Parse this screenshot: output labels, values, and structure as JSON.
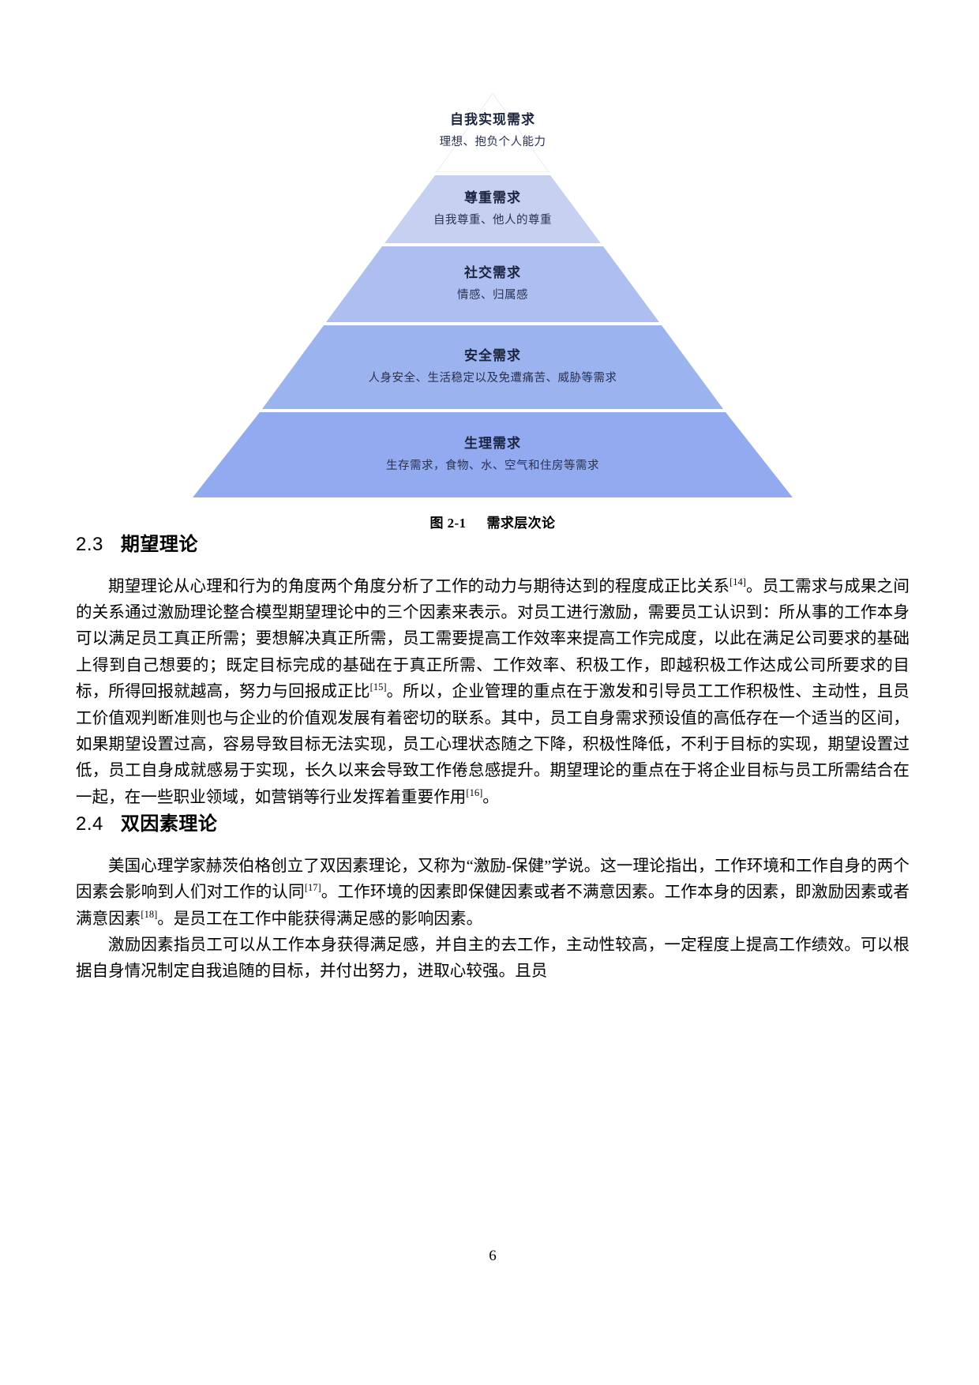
{
  "document": {
    "page_number": "6"
  },
  "figure": {
    "caption_label": "图 2-1",
    "caption_title": "需求层次论",
    "pyramid": {
      "tiers": [
        {
          "title": "自我实现需求",
          "desc": "理想、抱负个人能力",
          "color": "#ffffff"
        },
        {
          "title": "尊重需求",
          "desc": "自我尊重、他人的尊重",
          "color": "#c6d1f2"
        },
        {
          "title": "社交需求",
          "desc": "情感、归属感",
          "color": "#adbff0"
        },
        {
          "title": "安全需求",
          "desc": "人身安全、生活稳定以及免遭痛苦、威胁等需求",
          "color": "#9bb3ef"
        },
        {
          "title": "生理需求",
          "desc": "生存需求，食物、水、空气和住房等需求",
          "color": "#92abf0"
        }
      ]
    }
  },
  "sections": [
    {
      "number": "2.3",
      "title": "期望理论",
      "paragraphs": [
        {
          "runs": [
            {
              "type": "text",
              "value": "期望理论从心理和行为的角度两个角度分析了工作的动力与期待达到的程度成正比关系"
            },
            {
              "type": "ref",
              "value": "[14]"
            },
            {
              "type": "text",
              "value": "。员工需求与成果之间的关系通过激励理论整合模型期望理论中的三个因素来表示。对员工进行激励，需要员工认识到：所从事的工作本身可以满足员工真正所需；要想解决真正所需，员工需要提高工作效率来提高工作完成度，以此在满足公司要求的基础上得到自己想要的；既定目标完成的基础在于真正所需、工作效率、积极工作，即越积极工作达成公司所要求的目标，所得回报就越高，努力与回报成正比"
            },
            {
              "type": "ref",
              "value": "[15]"
            },
            {
              "type": "text",
              "value": "。所以，企业管理的重点在于激发和引导员工工作积极性、主动性，且员工价值观判断准则也与企业的价值观发展有着密切的联系。其中，员工自身需求预设值的高低存在一个适当的区间，如果期望设置过高，容易导致目标无法实现，员工心理状态随之下降，积极性降低，不利于目标的实现，期望设置过低，员工自身成就感易于实现，长久以来会导致工作倦怠感提升。期望理论的重点在于将企业目标与员工所需结合在一起，在一些职业领域，如营销等行业发挥着重要作用"
            },
            {
              "type": "ref",
              "value": "[16]"
            },
            {
              "type": "text",
              "value": "。"
            }
          ]
        }
      ]
    },
    {
      "number": "2.4",
      "title": "双因素理论",
      "paragraphs": [
        {
          "runs": [
            {
              "type": "text",
              "value": "美国心理学家赫茨伯格创立了双因素理论，又称为“激励-保健”学说。这一理论指出，工作环境和工作自身的两个因素会影响到人们对工作的认同"
            },
            {
              "type": "ref",
              "value": "[17]"
            },
            {
              "type": "text",
              "value": "。工作环境的因素即保健因素或者不满意因素。工作本身的因素，即激励因素或者满意因素"
            },
            {
              "type": "ref",
              "value": "[18]"
            },
            {
              "type": "text",
              "value": "。是员工在工作中能获得满足感的影响因素。"
            }
          ]
        },
        {
          "runs": [
            {
              "type": "text",
              "value": "激励因素指员工可以从工作本身获得满足感，并自主的去工作，主动性较高，一定程度上提高工作绩效。可以根据自身情况制定自我追随的目标，并付出努力，进取心较强。且员"
            }
          ]
        }
      ]
    }
  ]
}
